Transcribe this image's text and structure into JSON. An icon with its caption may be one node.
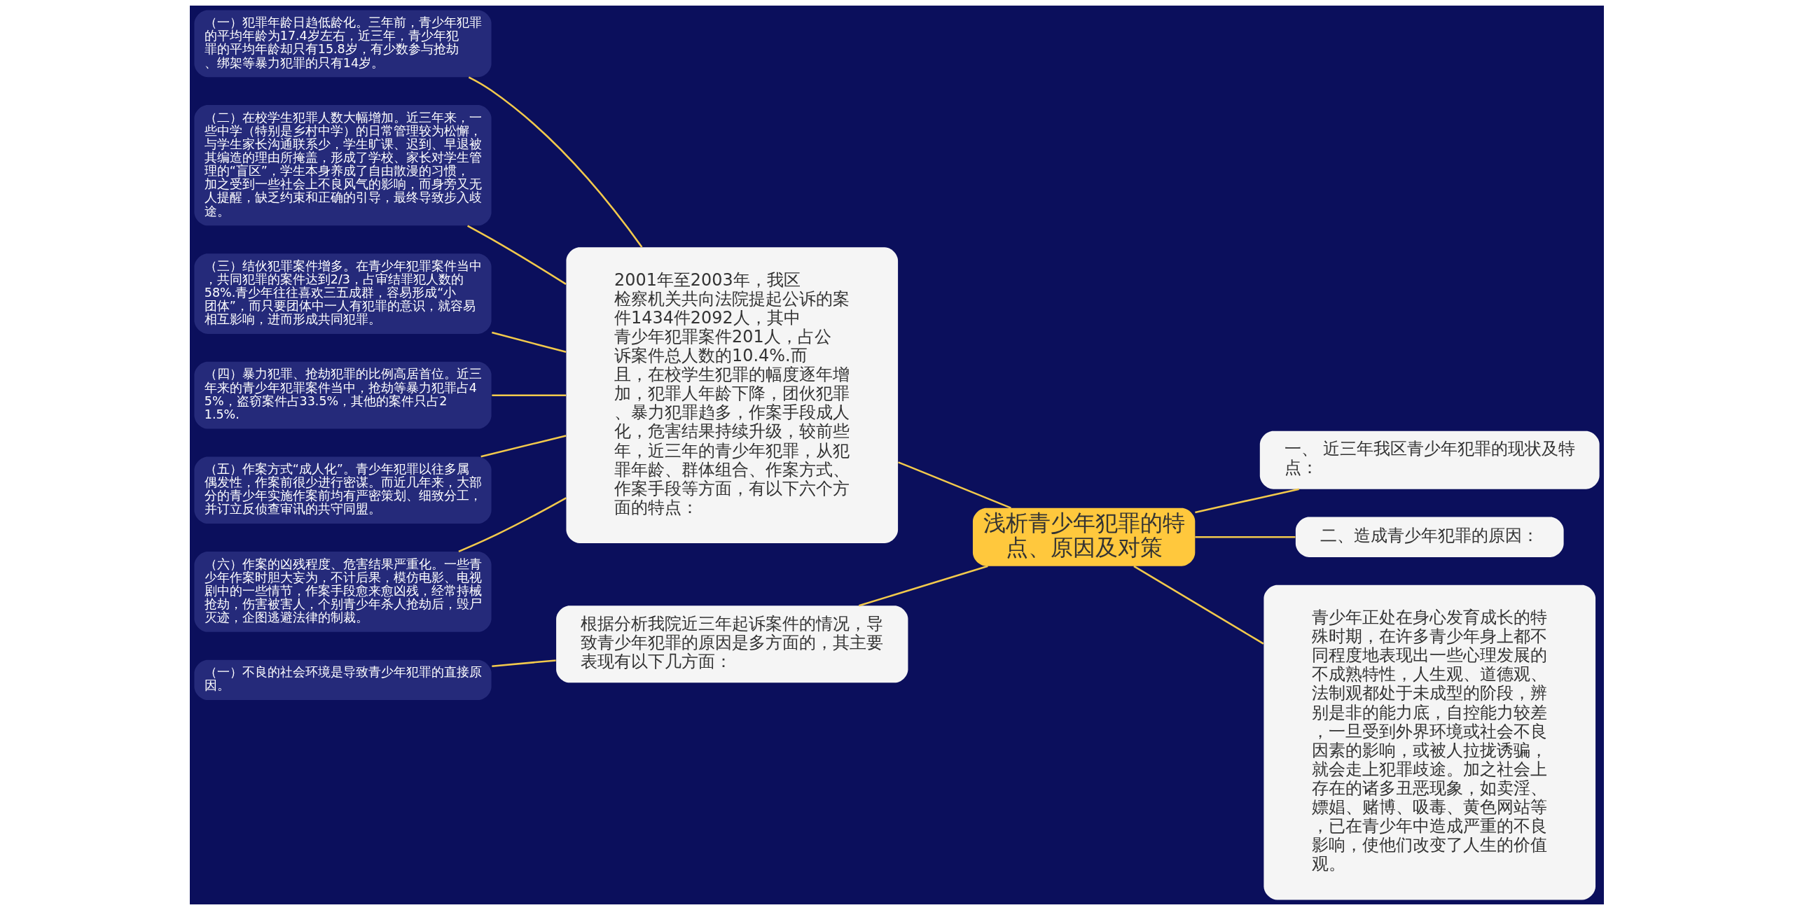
{
  "diagram": {
    "nodes": [
      {
        "text": [
          "浅析青少年犯罪的特点、原因及对策"
        ]
      },
      {
        "text": [
          "一、 近三年我区青少年犯罪的现状及特点："
        ]
      },
      {
        "text": [
          "二、造成青少年犯罪的原因："
        ]
      },
      {
        "text": [
          "青少年正处在身心发育成长的特殊时期，在许多青少年身上都不同程度地表现出一些心理发展的不成熟特性，人生观、道德观、法制观都处于未成型的阶段，辨别是非的能力底，自控能力较差，一旦受到外界环境或社会不良因素的影响，或被人拉拢诱骗，就会走上犯罪歧途。加之社会上存在的诸多丑恶现象，如卖淫、嫖娼、赌博、吸毒、黄色网站等，已在青少年中造成严重的不良影响，使他们改变了人生的价值观。"
        ]
      },
      {
        "text": [
          "2001年至2003年，我区检察机关共向法院提起公诉的案件1434件2092人，其中青少年犯罪案件201人，占公诉案件总人数的10.4%.而且，在校学生犯罪的幅度逐年增加，犯罪人年龄下降，团伙犯罪、暴力犯罪趋多，作案手段成人化，危害结果持续升级，较前些年，近三年的青少年犯罪，从犯罪年龄、群体组合、作案方式、作案手段等方面，有以下六个方面的特点："
        ]
      },
      {
        "text": [
          "根据分析我院近三年起诉案件的情况，导致青少年犯罪的原因是多方面的，其主要表现有以下几方面："
        ]
      },
      {
        "text": [
          "（一）犯罪年龄日趋低龄化。三年前，青少年犯罪的平均年龄为17.4岁左右，近三年，青少年犯罪的平均年龄却只有15.8岁，有少数参与抢劫、绑架等暴力犯罪的只有14岁。"
        ]
      },
      {
        "text": [
          "（二）在校学生犯罪人数大幅增加。近三年来，一些中学（特别是乡村中学）的日常管理较为松懈，与学生家长沟通联系少，学生旷课、迟到、早退被其编造的理由所掩盖，形成了学校、家长对学生管理的“盲区”，学生本身养成了自由散漫的习惯，加之受到一些社会上不良风气的影响，而身旁又无人提醒，缺乏约束和正确的引导，最终导致步入歧途。"
        ]
      },
      {
        "text": [
          "（三）结伙犯罪案件增多。在青少年犯罪案件当中，共同犯罪的案件达到2/3，占审结罪犯人数的58%.青少年往往喜欢三五成群，容易形成“小团体”，而只要团体中一人有犯罪的意识，就容易相互影响，进而形成共同犯罪。"
        ]
      },
      {
        "text": [
          "（四）暴力犯罪、抢劫犯罪的比例高居首位。近三年来的青少年犯罪案件当中，抢劫等暴力犯罪占45%，盗窃案件占33.5%，其他的案件只占21.5%."
        ]
      },
      {
        "text": [
          "（五）作案方式“成人化”。青少年犯罪以往多属偶发性，作案前很少进行密谋。而近几年来，大部分的青少年实施作案前均有严密策划、细致分工，并订立反侦查审讯的共守同盟。"
        ]
      },
      {
        "text": [
          "（六）作案的凶残程度、危害结果严重化。一些青少年作案时胆大妄为，不计后果，模仿电影、电视剧中的一些情节，作案手段愈来愈凶残，经常持械抢劫，伤害被害人，个别青少年杀人抢劫后，毁尸灭迹，企图逃避法律的制裁。"
        ]
      },
      {
        "text": [
          "（一）不良的社会环境是导致青少年犯罪的直接原因。"
        ]
      }
    ],
    "edges": [
      {
        "from": 0,
        "to": 1,
        "arrow": "none"
      },
      {
        "from": 0,
        "to": 2,
        "arrow": "none"
      },
      {
        "from": 0,
        "to": 3,
        "arrow": "none"
      },
      {
        "from": 0,
        "to": 4,
        "arrow": "none"
      },
      {
        "from": 0,
        "to": 5,
        "arrow": "none"
      },
      {
        "from": 4,
        "to": 6,
        "arrow": "none"
      },
      {
        "from": 4,
        "to": 7,
        "arrow": "none"
      },
      {
        "from": 4,
        "to": 8,
        "arrow": "none"
      },
      {
        "from": 4,
        "to": 9,
        "arrow": "none"
      },
      {
        "from": 4,
        "to": 10,
        "arrow": "none"
      },
      {
        "from": 4,
        "to": 11,
        "arrow": "none"
      },
      {
        "from": 5,
        "to": 12,
        "arrow": "none"
      }
    ]
  }
}
